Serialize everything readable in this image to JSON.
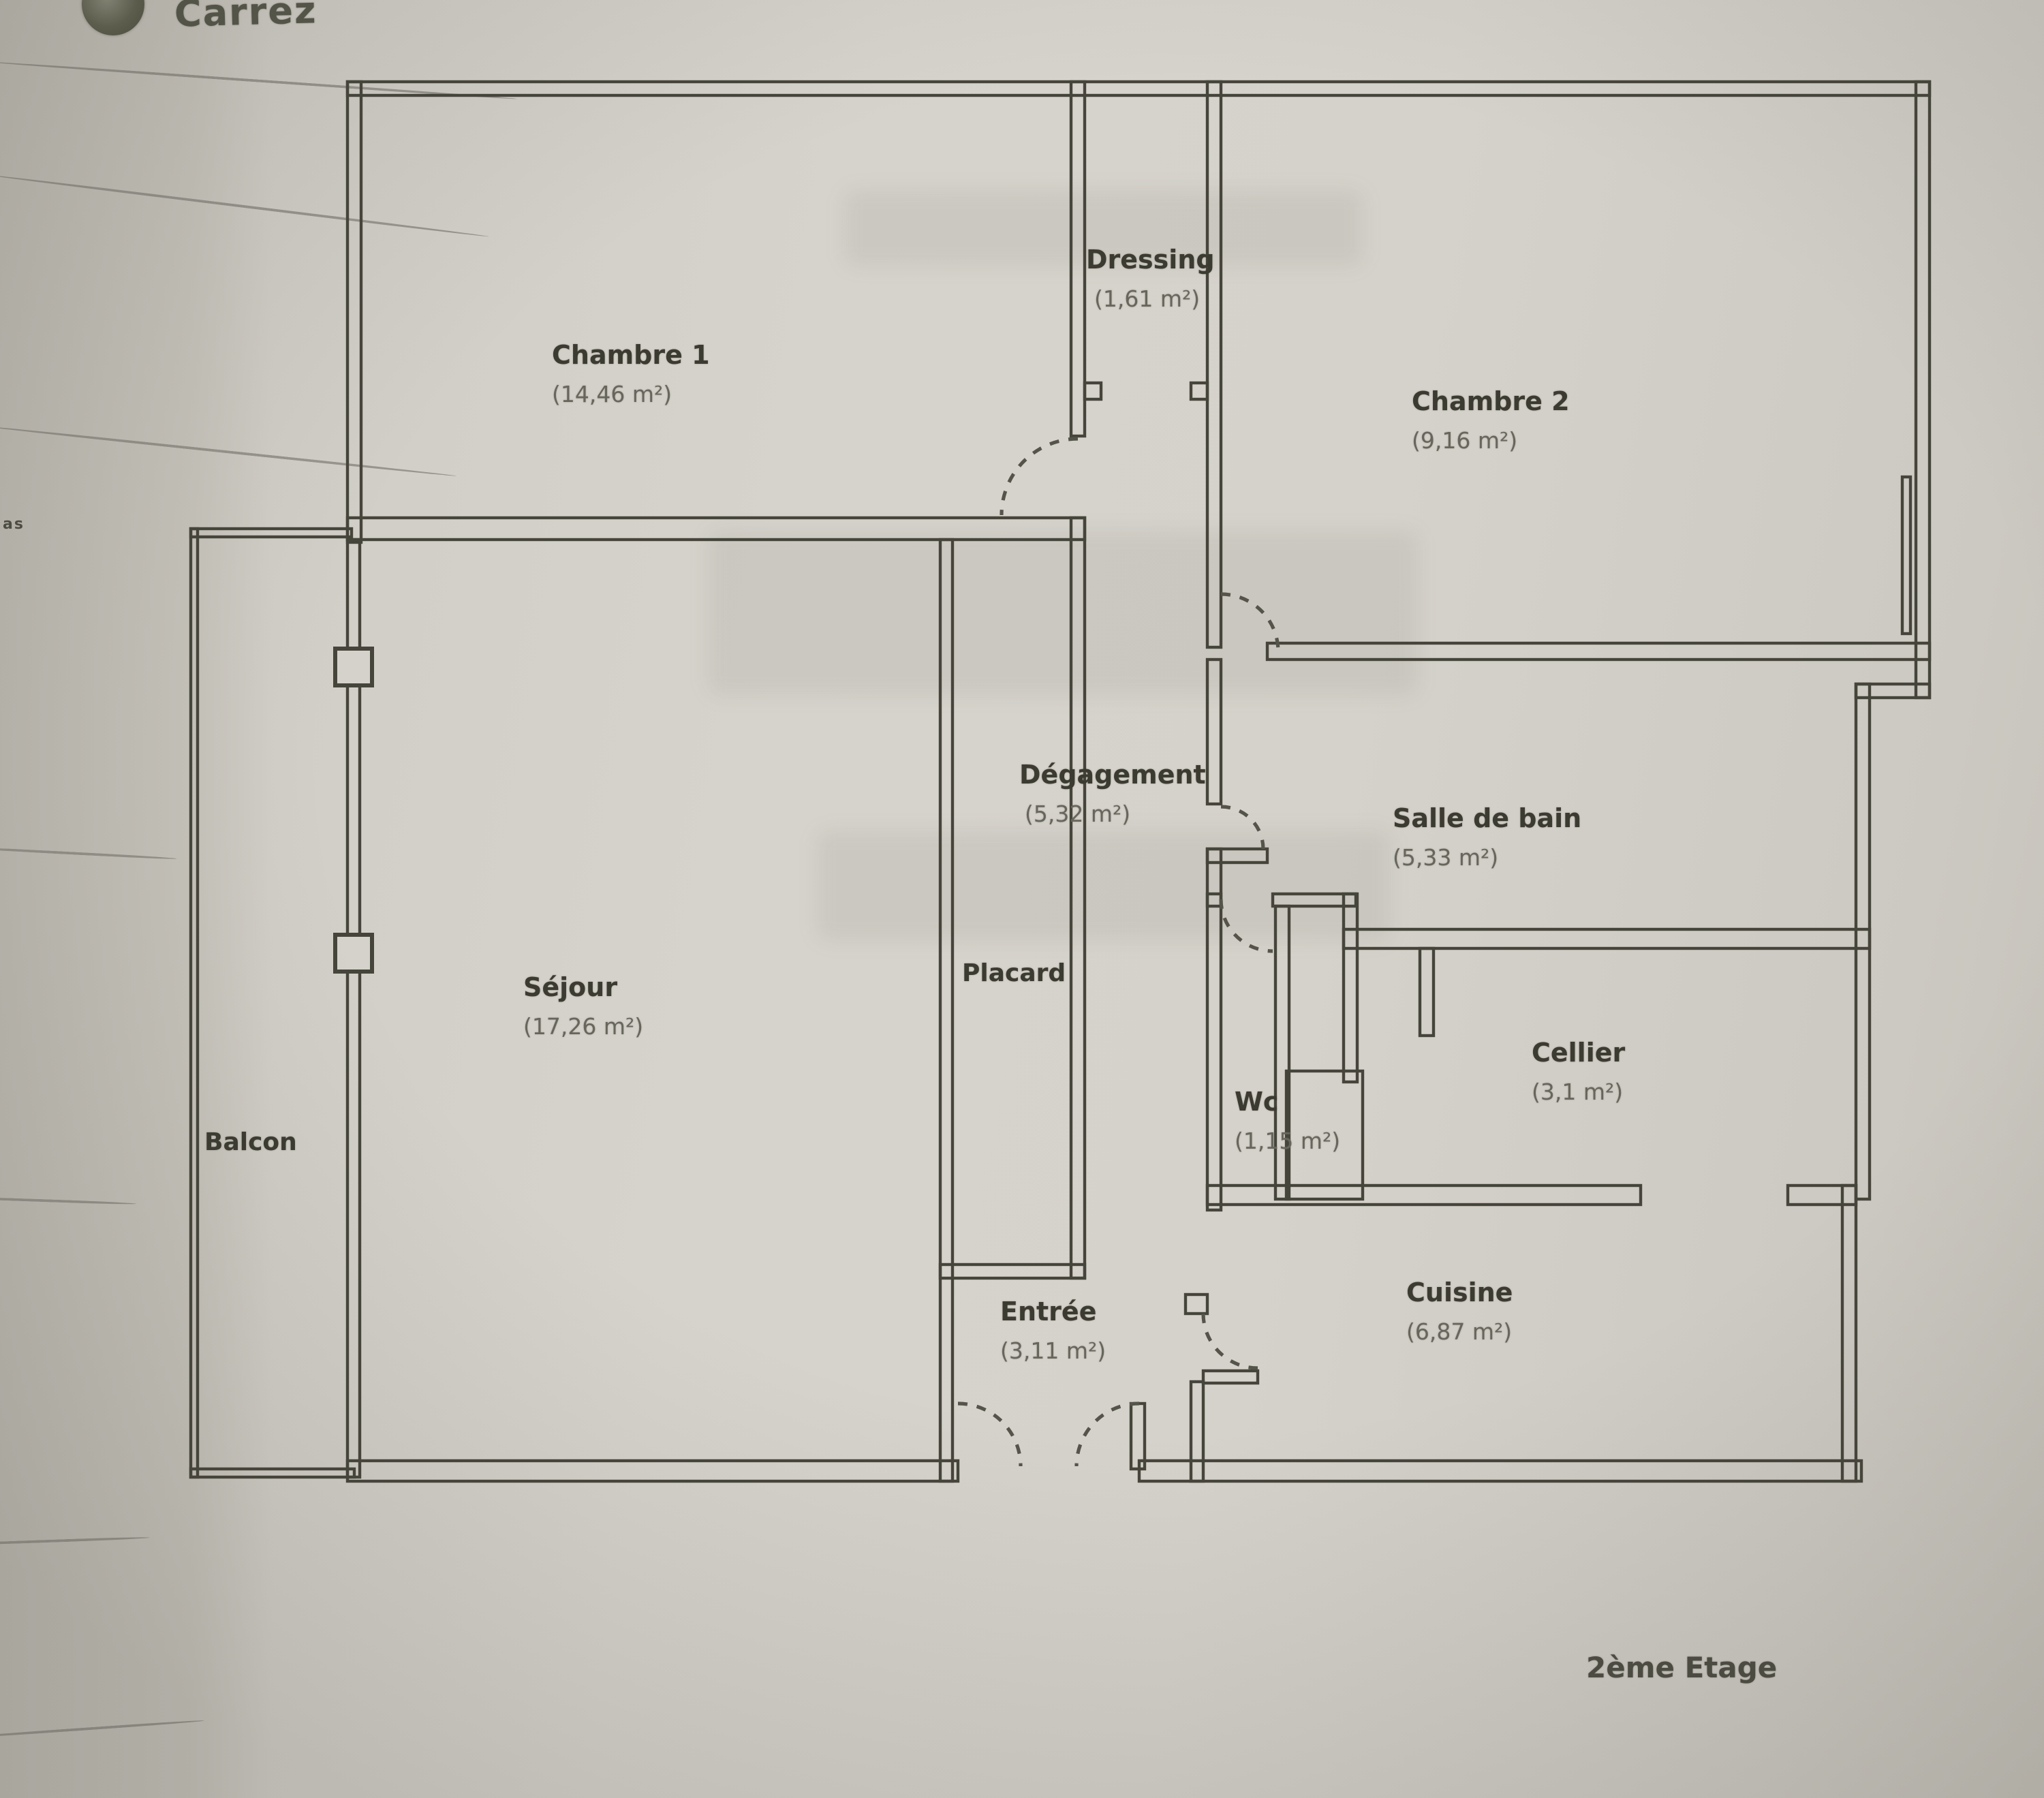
{
  "page": {
    "brand": "Carrez",
    "edge_text": "as",
    "floor_label": "2ème Etage"
  },
  "rooms": {
    "chambre1": {
      "name": "Chambre 1",
      "area": "(14,46 m²)"
    },
    "dressing": {
      "name": "Dressing",
      "area": "(1,61 m²)"
    },
    "chambre2": {
      "name": "Chambre 2",
      "area": "(9,16 m²)"
    },
    "degagement": {
      "name": "Dégagement",
      "area": "(5,32 m²)"
    },
    "salle_de_bain": {
      "name": "Salle de bain",
      "area": "(5,33 m²)"
    },
    "sejour": {
      "name": "Séjour",
      "area": "(17,26 m²)"
    },
    "placard": {
      "name": "Placard",
      "area": ""
    },
    "wc": {
      "name": "Wc",
      "area": "(1,15 m²)"
    },
    "cellier": {
      "name": "Cellier",
      "area": "(3,1 m²)"
    },
    "entree": {
      "name": "Entrée",
      "area": "(3,11 m²)"
    },
    "cuisine": {
      "name": "Cuisine",
      "area": "(6,87 m²)"
    },
    "balcon": {
      "name": "Balcon",
      "area": ""
    }
  },
  "colors": {
    "wall": "#46453b",
    "door_arc": "#55544a",
    "label": "#3c3b31",
    "area_label": "#67665c",
    "paper": "#d5d2cb"
  }
}
